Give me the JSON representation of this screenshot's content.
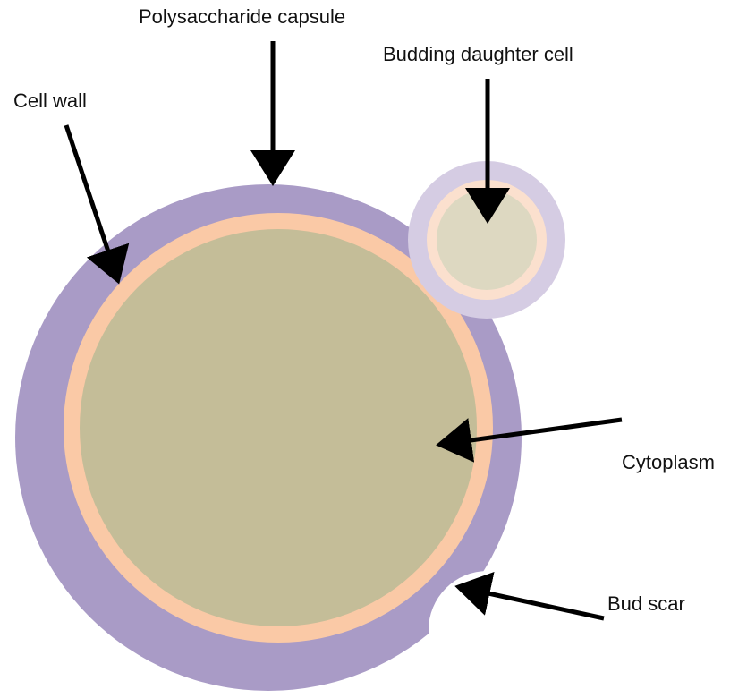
{
  "labels": {
    "capsule": "Polysaccharide capsule",
    "budding": "Budding daughter cell",
    "cell_wall": "Cell wall",
    "cytoplasm": "Cytoplasm",
    "bud_scar": "Bud scar"
  },
  "colors": {
    "capsule": "#A99BC6",
    "cell_wall": "#FAC9A6",
    "cytoplasm": "#C4BD98",
    "daughter_capsule": "#D5CCE3",
    "daughter_wall": "#FBE0CE",
    "daughter_cytoplasm": "#DDD8C1",
    "arrow": "#000000",
    "background": "#FFFFFF"
  }
}
